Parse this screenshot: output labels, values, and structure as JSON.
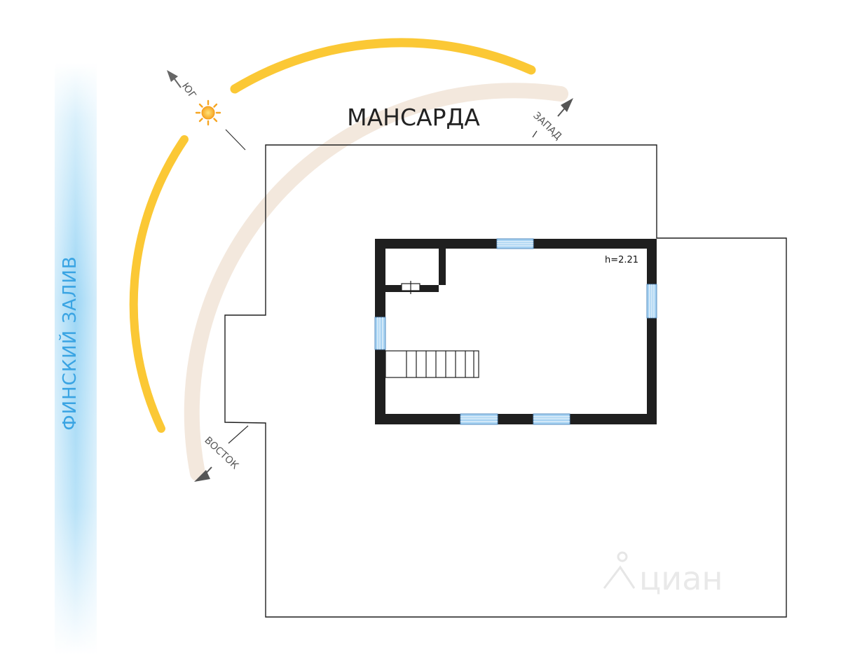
{
  "floor_title": "МАНСАРДА",
  "water_body_label": "ФИНСКИЙ ЗАЛИВ",
  "directions": {
    "south": "ЮГ",
    "west": "ЗАПАД",
    "east": "ВОСТОК"
  },
  "ceiling_height_label": "h=2.21",
  "watermark": "циан",
  "colors": {
    "water_gradient": "#9dd6f5",
    "sun_path_glow": "#f4e9df",
    "sun_path": "#fbc52a",
    "sun": "#f6a623",
    "walls": "#1f1f1f",
    "window": "#a6d2f2"
  }
}
